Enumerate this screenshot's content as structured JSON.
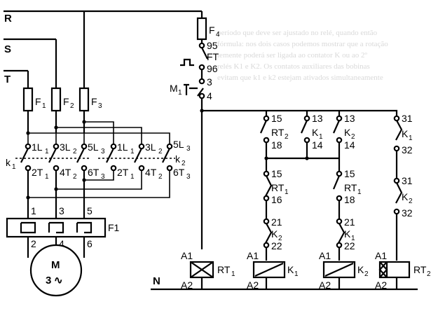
{
  "faint_background_text": [
    "período que deve ser ajustado no relé, quando então",
    "fórmula: nos dois casos podemos mostrar que a rotação",
    "temente poderá ser ligada ao contator K ou ao 2º",
    "relés K1 e K2. Os contatos auxiliares das bobinas",
    "evitam que k1 e k2 estejam ativados simultaneamente"
  ],
  "lines": {
    "R": "R",
    "S": "S",
    "T": "T",
    "N": "N"
  },
  "fuses": [
    {
      "name": "F",
      "sub": "1"
    },
    {
      "name": "F",
      "sub": "2"
    },
    {
      "name": "F",
      "sub": "3"
    },
    {
      "name": "F",
      "sub": "4"
    }
  ],
  "contactor_k1": {
    "name": "k",
    "sub": "1",
    "top": [
      {
        "t": "1L",
        "s": "1"
      },
      {
        "t": "3L",
        "s": "2"
      },
      {
        "t": "5L",
        "s": "3"
      }
    ],
    "bottom": [
      {
        "t": "2T",
        "s": "1"
      },
      {
        "t": "4T",
        "s": "2"
      },
      {
        "t": "6T",
        "s": "3"
      }
    ]
  },
  "contactor_k2": {
    "name": "k",
    "sub": "2",
    "top": [
      {
        "t": "1L",
        "s": "1"
      },
      {
        "t": "3L",
        "s": "2"
      },
      {
        "t": "5L",
        "s": "3"
      }
    ],
    "bottom": [
      {
        "t": "2T",
        "s": "1"
      },
      {
        "t": "4T",
        "s": "2"
      },
      {
        "t": "6T",
        "s": "3"
      }
    ]
  },
  "overload": {
    "name": "F1",
    "top": [
      "1",
      "3",
      "5"
    ],
    "bottom": [
      "2",
      "4",
      "6"
    ]
  },
  "motor": {
    "label": "M",
    "phase": "3",
    "symbol": "∿"
  },
  "control": {
    "ft": {
      "name": "FT",
      "terms": [
        "95",
        "96"
      ]
    },
    "m1": {
      "name": "M",
      "sub": "1",
      "terms": [
        "3",
        "4"
      ]
    },
    "col1": {
      "top": {
        "terms": [
          "15",
          "18"
        ],
        "name": "RT",
        "sub": "2"
      },
      "c2": {
        "terms": [
          "15",
          "16"
        ],
        "name": "RT",
        "sub": "1"
      },
      "c3": {
        "terms": [
          "21",
          "22"
        ],
        "name": "K",
        "sub": "2"
      }
    },
    "col2": {
      "terms": [
        "13",
        "14"
      ],
      "name": "K",
      "sub": "1"
    },
    "col3": {
      "top": {
        "terms": [
          "13",
          "14"
        ],
        "name": "K",
        "sub": "2"
      },
      "c2": {
        "terms": [
          "15",
          "18"
        ],
        "name": "RT",
        "sub": "1"
      },
      "c3": {
        "terms": [
          "21",
          "22"
        ],
        "name": "K",
        "sub": "1"
      }
    },
    "col4": [
      {
        "terms": [
          "31",
          "32"
        ],
        "name": "K",
        "sub": "1"
      },
      {
        "terms": [
          "31",
          "32"
        ],
        "name": "K",
        "sub": "2"
      }
    ]
  },
  "coils": [
    {
      "a1": "A1",
      "a2": "A2",
      "name": "RT",
      "sub": "1"
    },
    {
      "a1": "A1",
      "a2": "A2",
      "name": "K",
      "sub": "1"
    },
    {
      "a1": "A1",
      "a2": "A2",
      "name": "K",
      "sub": "2"
    },
    {
      "a1": "A1",
      "a2": "A2",
      "name": "RT",
      "sub": "2"
    }
  ]
}
